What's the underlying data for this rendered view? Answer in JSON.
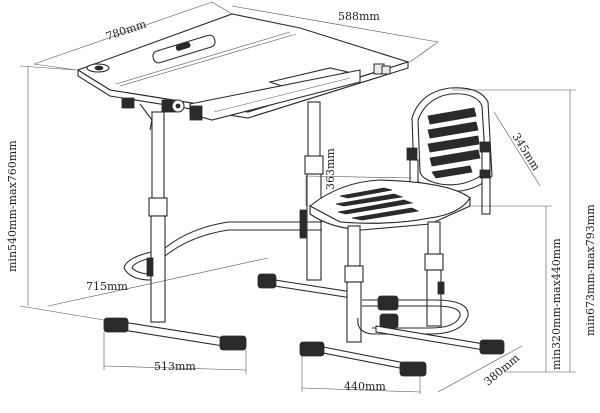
{
  "dimensions": {
    "desk_depth": "780mm",
    "desk_width": "588mm",
    "desk_height": "min540mm-max760mm",
    "desk_base_depth": "715mm",
    "desk_base_width": "513mm",
    "seat_width": "363mm",
    "backrest_width": "345mm",
    "chair_height": "min673mm-max793mm",
    "seat_height": "min320mm-max440mm",
    "chair_base_width": "440mm",
    "chair_base_depth": "380mm"
  }
}
